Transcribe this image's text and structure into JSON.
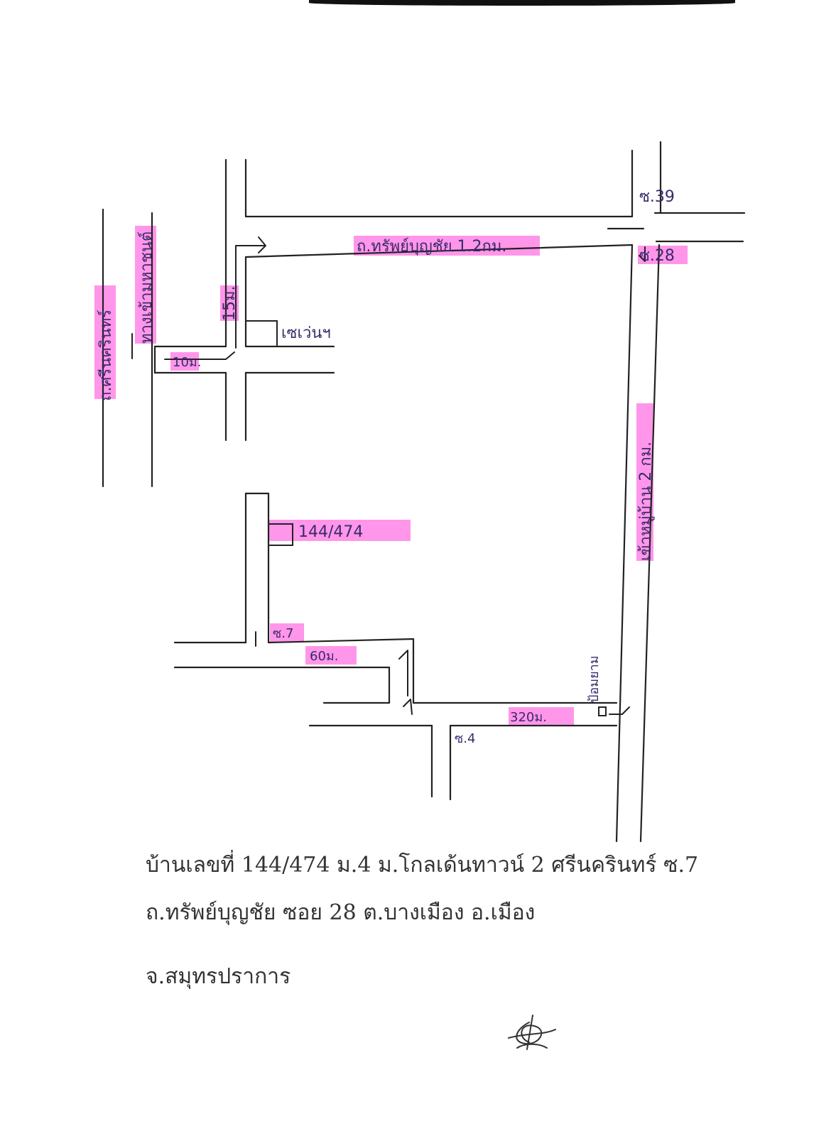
{
  "map": {
    "labels": {
      "main_road": "ถ.ทรัพย์บุญชัย 1.2กม.",
      "soi_39": "ซ.39",
      "soi_28": "ซ.28",
      "left_road": "ถ.ศรีนครินทร์",
      "left_entrance": "ทางเข้ามหาชนต์",
      "dist_15m": "15ม.",
      "dist_10m": "10ม.",
      "seven_eleven": "เซเว่นฯ",
      "house_no": "144/474",
      "soi_7": "ซ.7",
      "dist_60m": "60ม.",
      "dist_320m": "320ม.",
      "soi_4": "ซ.4",
      "guard_post": "ป้อมยาม",
      "right_road": "เข้าหมู่บ้าน 2 กม."
    },
    "colors": {
      "highlight": "#ff40d8",
      "ink": "#222222",
      "label_ink": "#3a2a6a"
    }
  },
  "address": {
    "line1": "บ้านเลขที่ 144/474 ม.4 ม.โกลเด้นทาวน์ 2 ศรีนครินทร์ ซ.7",
    "line2": "ถ.ทรัพย์บุญชัย ซอย 28 ต.บางเมือง อ.เมือง",
    "line3": "จ.สมุทรปราการ"
  },
  "icons": {
    "signature": "signature-mark"
  }
}
